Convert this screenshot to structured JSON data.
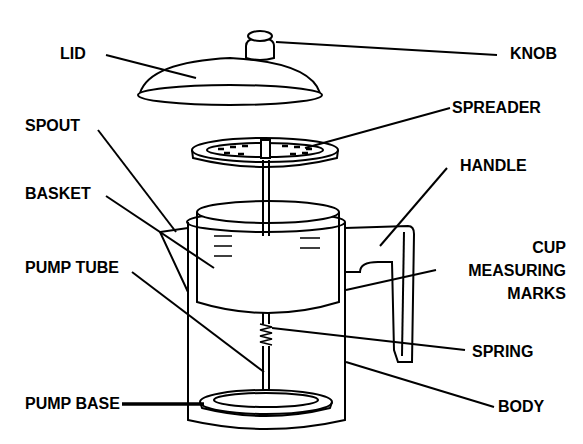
{
  "diagram": {
    "labels": [
      "LID",
      "KNOB",
      "SPOUT",
      "SPREADER",
      "HANDLE",
      "BASKET",
      "CUP MEASURING MARKS",
      "PUMP TUBE",
      "SPRING",
      "PUMP BASE",
      "BODY"
    ]
  }
}
